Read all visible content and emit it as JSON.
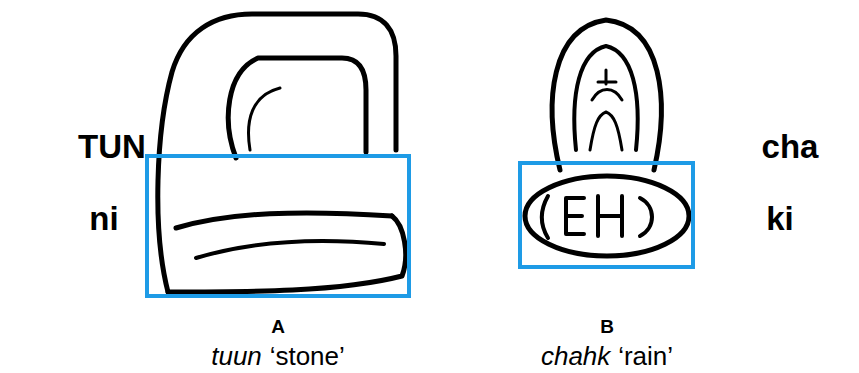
{
  "diagram": {
    "labels": [
      "TUN",
      "ni",
      "A",
      "cha",
      "ki",
      "B",
      "tuun",
      "‘stone’",
      "chahk",
      "‘rain’"
    ]
  }
}
